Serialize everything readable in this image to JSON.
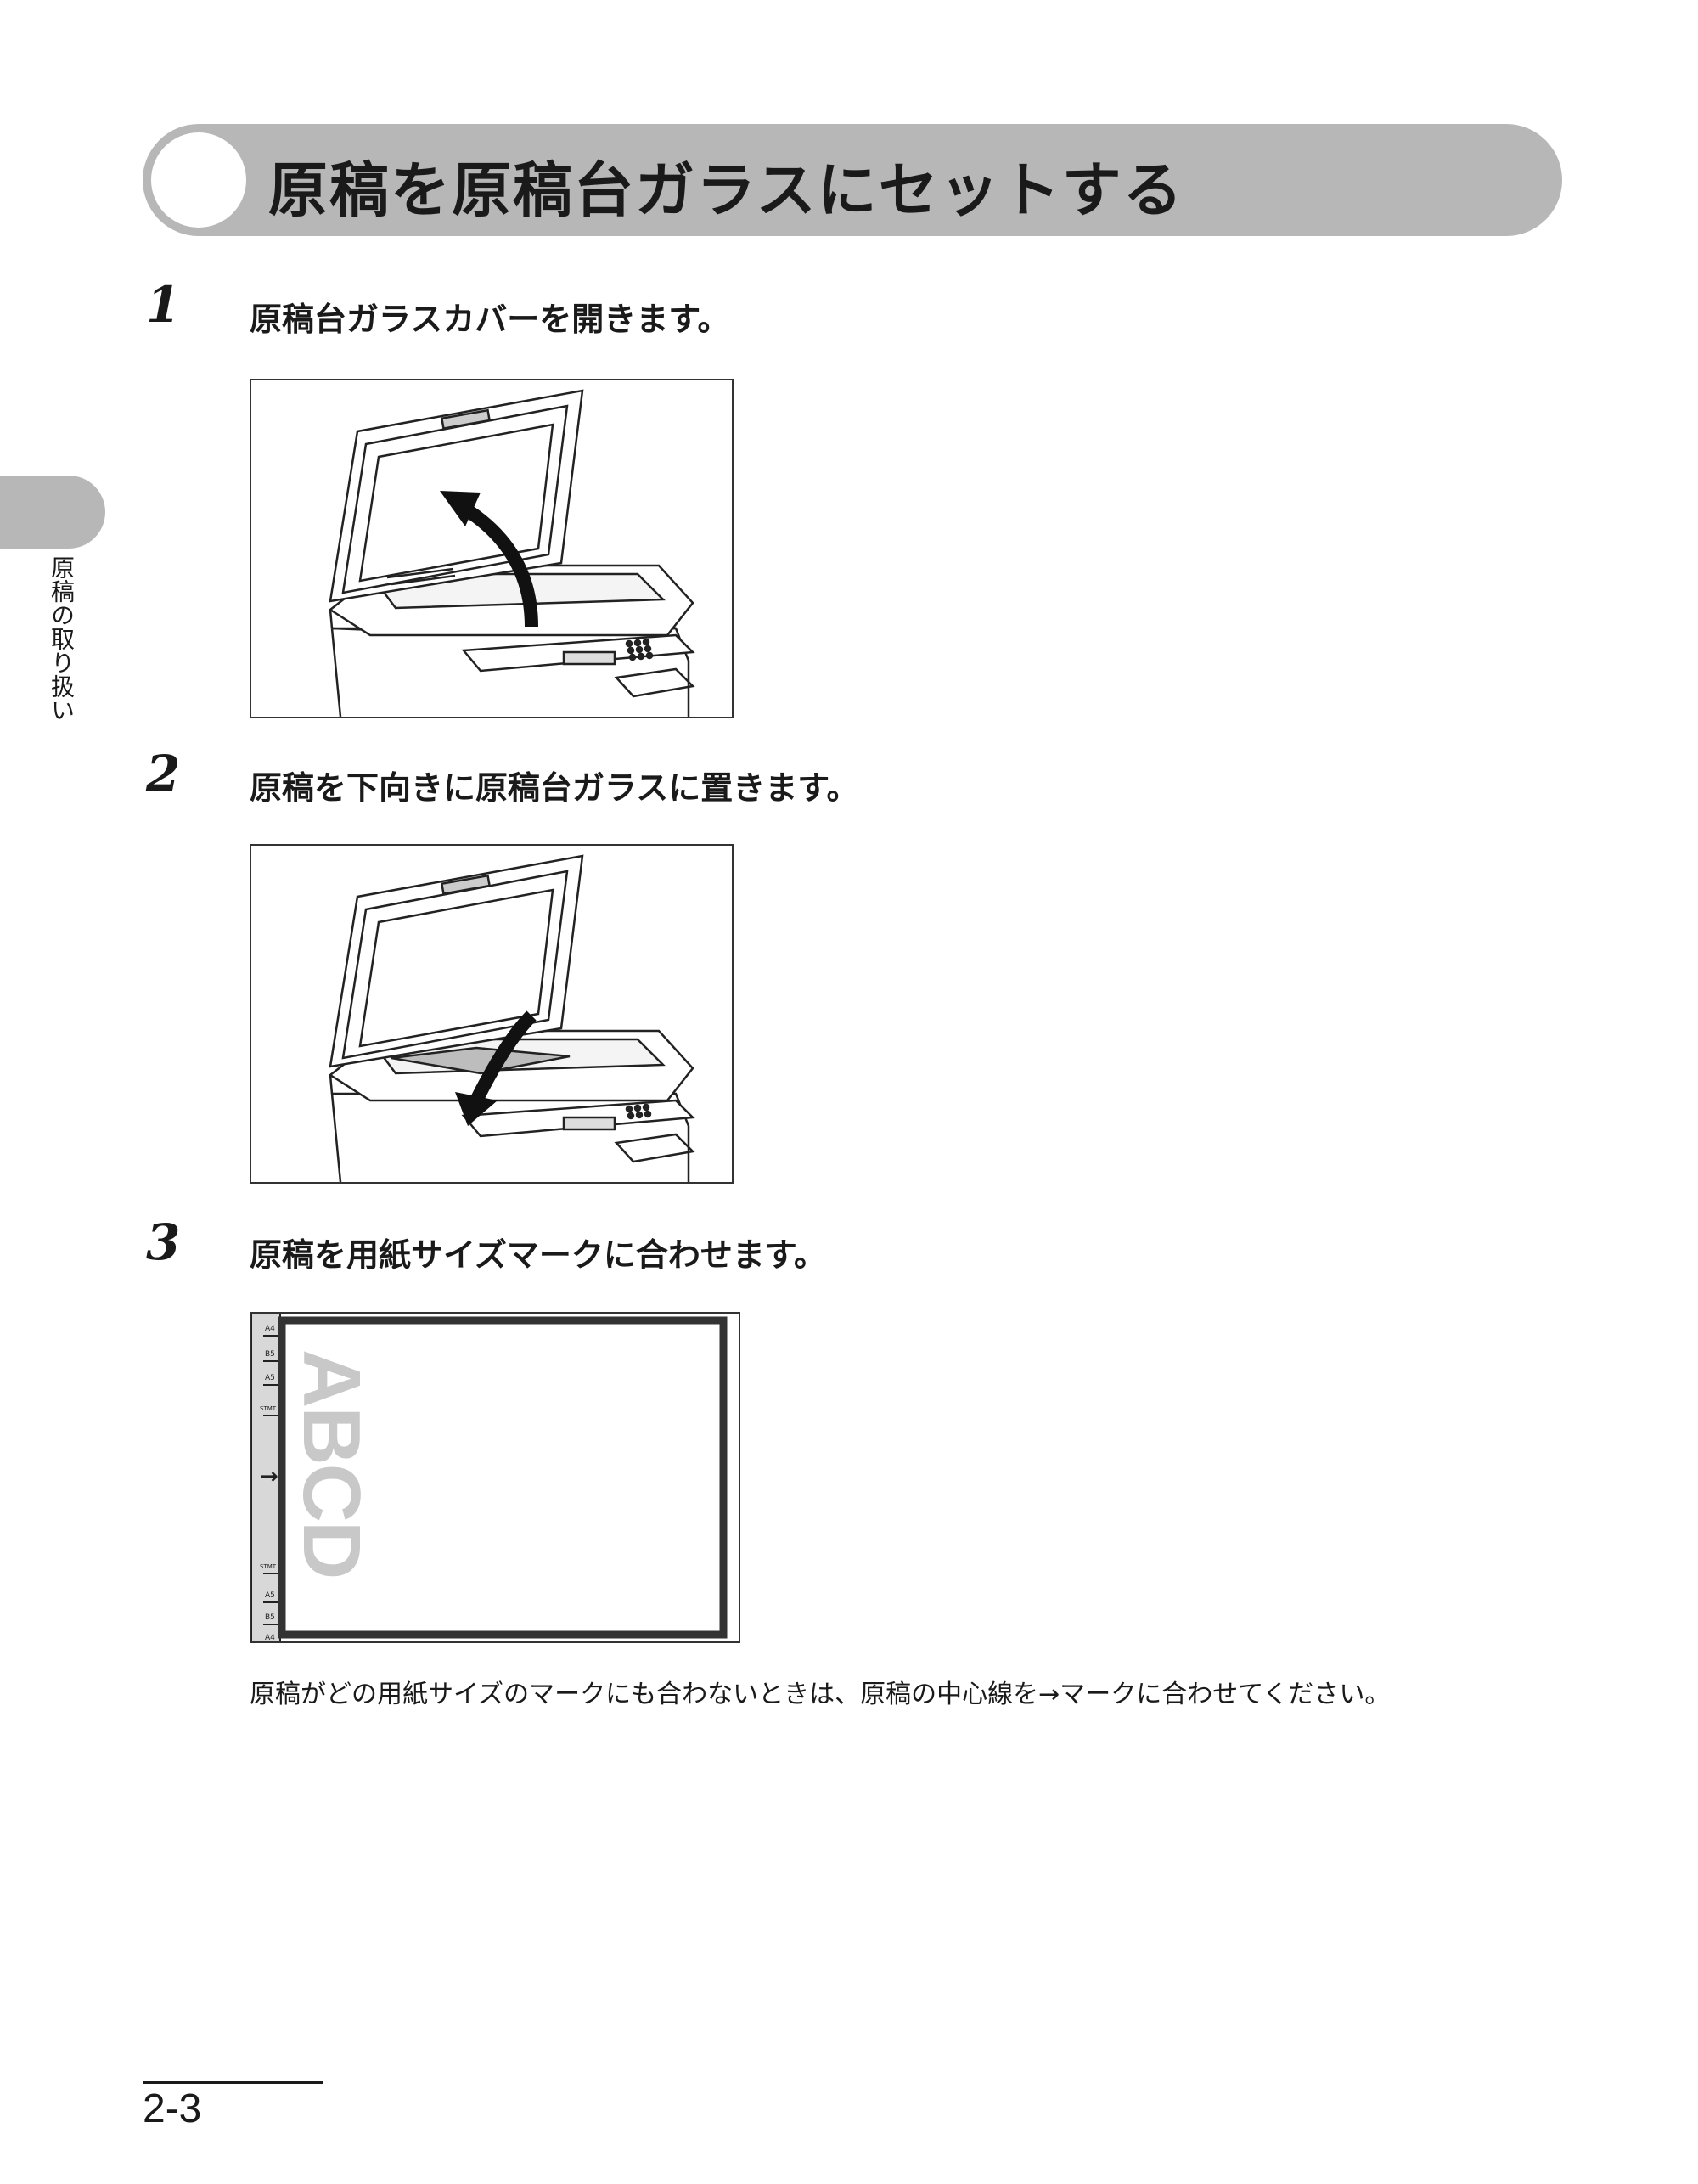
{
  "title": "原稿を原稿台ガラスにセットする",
  "side_label": "原稿の取り扱い",
  "steps": [
    {
      "number": "1",
      "text": "原稿台ガラスカバーを開きます。"
    },
    {
      "number": "2",
      "text": "原稿を下向きに原稿台ガラスに置きます。"
    },
    {
      "number": "3",
      "text": "原稿を用紙サイズマークに合わせます。"
    }
  ],
  "figure3": {
    "doc_letters": "ABCD",
    "marks": [
      "A4",
      "B5",
      "A5",
      "STMT",
      "STMT",
      "A5",
      "B5",
      "A4"
    ],
    "arrow": "→"
  },
  "note": "原稿がどの用紙サイズのマークにも合わないときは、原稿の中心線を→マークに合わせてください。",
  "page_number": "2-3"
}
